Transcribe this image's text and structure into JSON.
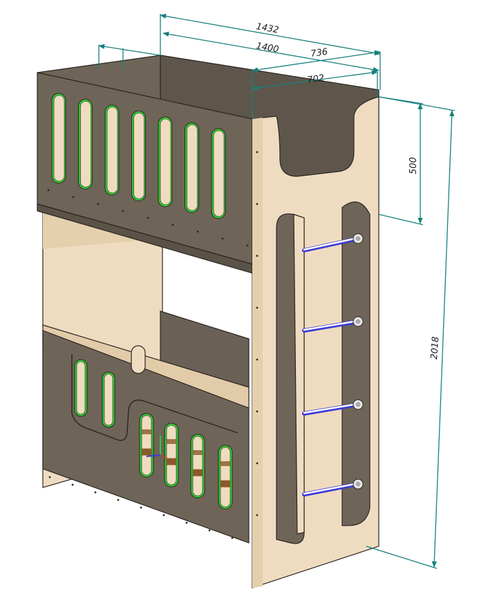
{
  "colors": {
    "panel_gray": "#6f6458",
    "panel_gray_dark": "#5b5248",
    "wood": "#efdcc0",
    "wood_shade": "#e2cba8",
    "edge": "#2a2622",
    "dimension": "#17807e",
    "slot_edge": "#33cc33",
    "rung": "#3b3bd6",
    "slat": "#8a5a2b"
  },
  "icons": {
    "ladder_rung": "cylinder-rung-icon",
    "axis_marker": "axis-triad-icon"
  },
  "dimensions": {
    "d1432": "1432",
    "d1400": "1400",
    "d736": "736",
    "d702": "702",
    "d500": "500",
    "d2018": "2018"
  }
}
